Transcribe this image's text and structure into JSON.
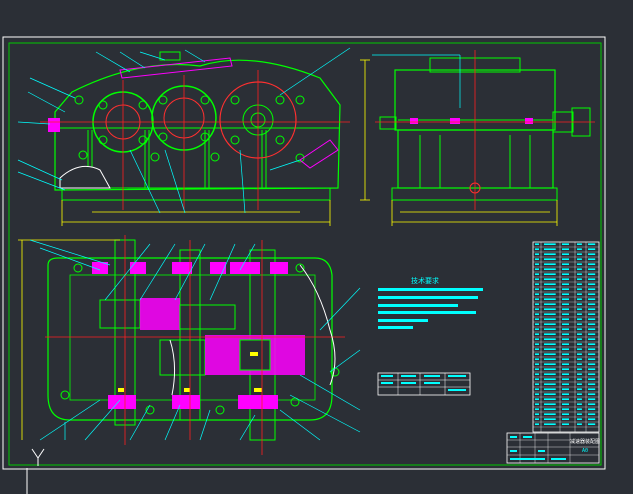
{
  "window": {
    "background": "#2b2f36"
  },
  "colors": {
    "frame": "#ffffff",
    "border": "#00c800",
    "part": "#00ff00",
    "hatch": "#ff00ff",
    "leader": "#00ffff",
    "center": "#ff2020",
    "dimension": "#ffff00",
    "gear": "#ff3030",
    "text": "#ffffff"
  },
  "drawing": {
    "notes_title": "技术要求",
    "titleblock_name": "减速器装配图",
    "titleblock_sheet": "A0"
  }
}
